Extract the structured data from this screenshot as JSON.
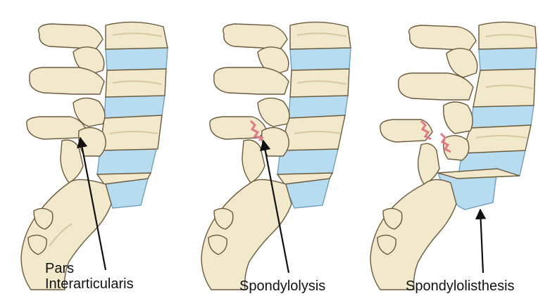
{
  "panels": [
    {
      "id": "normal",
      "label_lines": [
        "Pars",
        "Interarticularis"
      ]
    },
    {
      "id": "spondylolysis",
      "label": "Spondylolysis"
    },
    {
      "id": "spondylolisthesis",
      "label": "Spondylolisthesis"
    }
  ],
  "colors": {
    "bone": "#f2e8cc",
    "bone_shadow": "#d8c79c",
    "bone_outline": "#6b5a3c",
    "disc": "#b8dcef",
    "disc_outline": "#6f9fbd",
    "fracture": "#e07a8a",
    "arrow": "#111111"
  }
}
